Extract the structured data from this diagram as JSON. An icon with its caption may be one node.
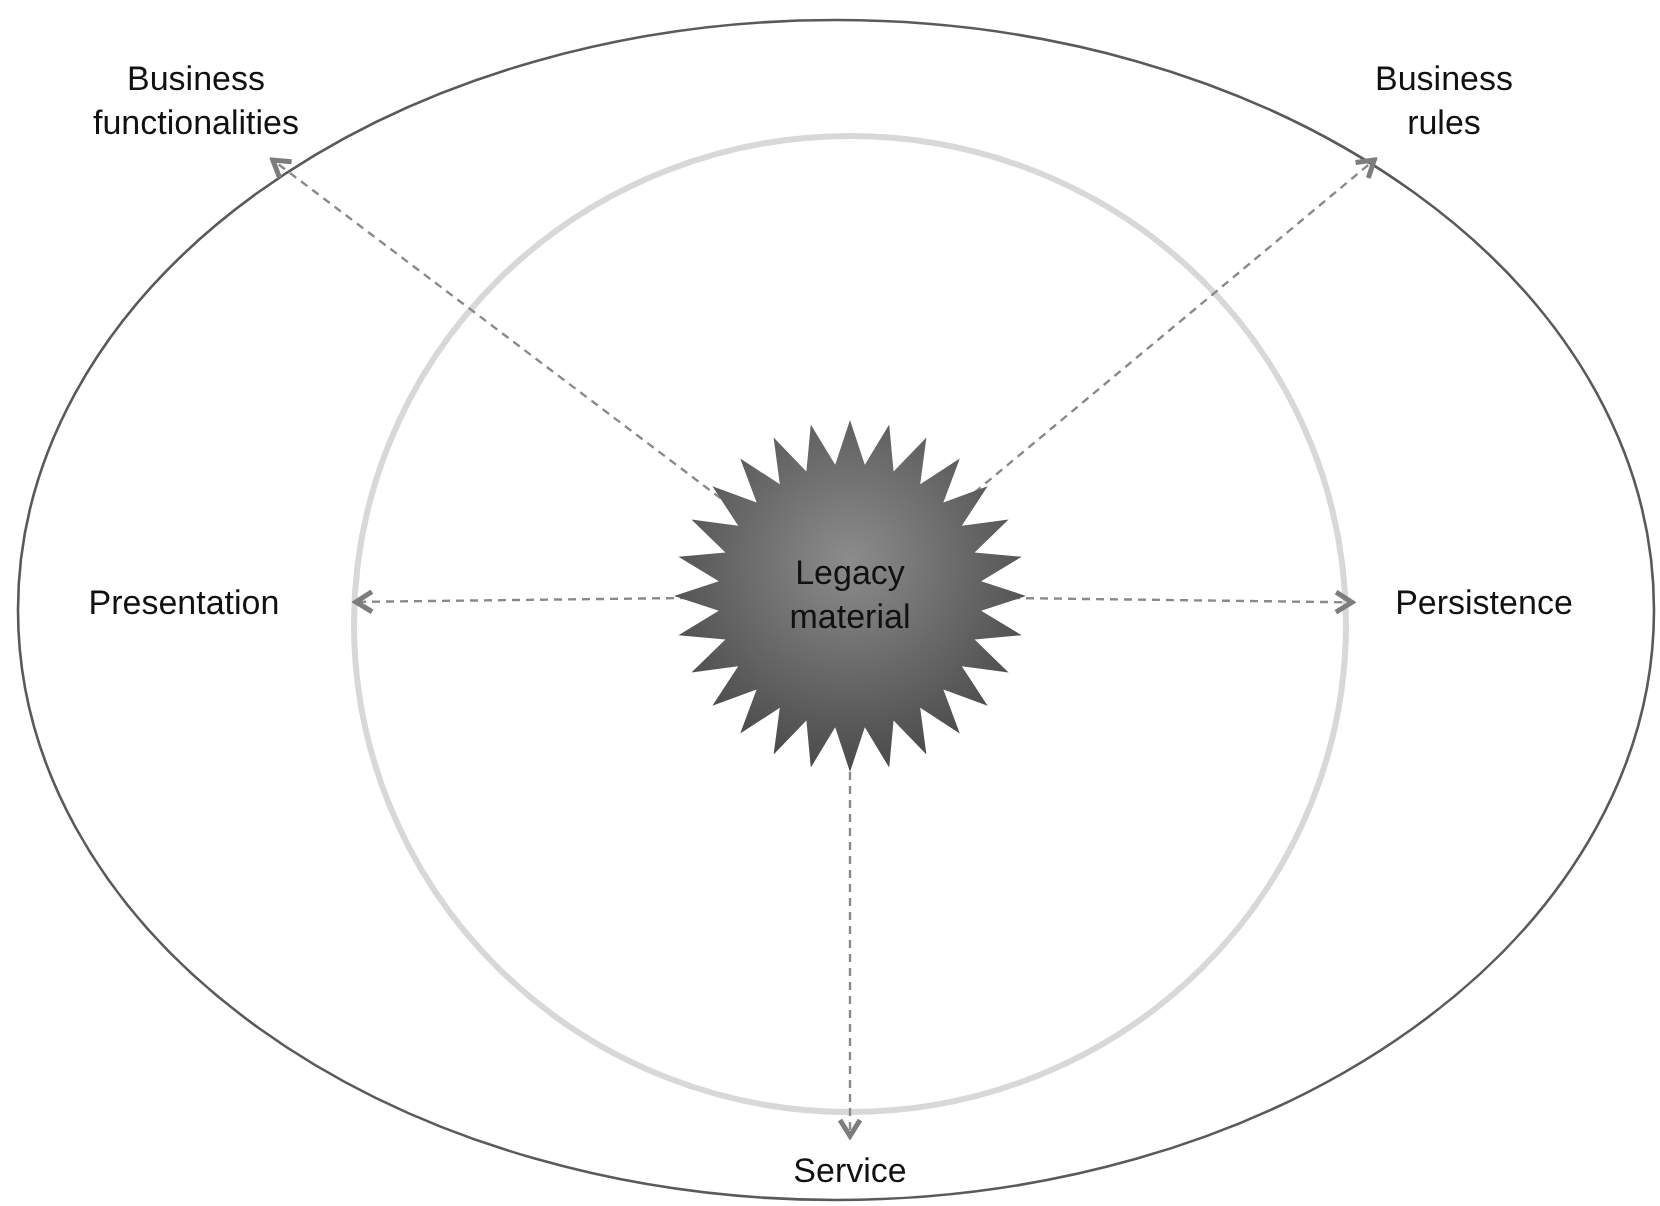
{
  "diagram": {
    "nodes": [
      {
        "text": [
          "Legacy material"
        ]
      },
      {
        "text": [
          "Business functionalities"
        ]
      },
      {
        "text": [
          "Business rules"
        ]
      },
      {
        "text": [
          "Presentation"
        ]
      },
      {
        "text": [
          "Persistence"
        ]
      },
      {
        "text": [
          "Service"
        ]
      }
    ],
    "edges": [
      {
        "from": 0,
        "to": 1,
        "arrow": "to",
        "style": "dashed"
      },
      {
        "from": 0,
        "to": 2,
        "arrow": "to",
        "style": "dashed"
      },
      {
        "from": 0,
        "to": 3,
        "arrow": "to",
        "style": "dashed"
      },
      {
        "from": 0,
        "to": 4,
        "arrow": "to",
        "style": "dashed"
      },
      {
        "from": 0,
        "to": 5,
        "arrow": "to",
        "style": "dashed"
      }
    ]
  }
}
